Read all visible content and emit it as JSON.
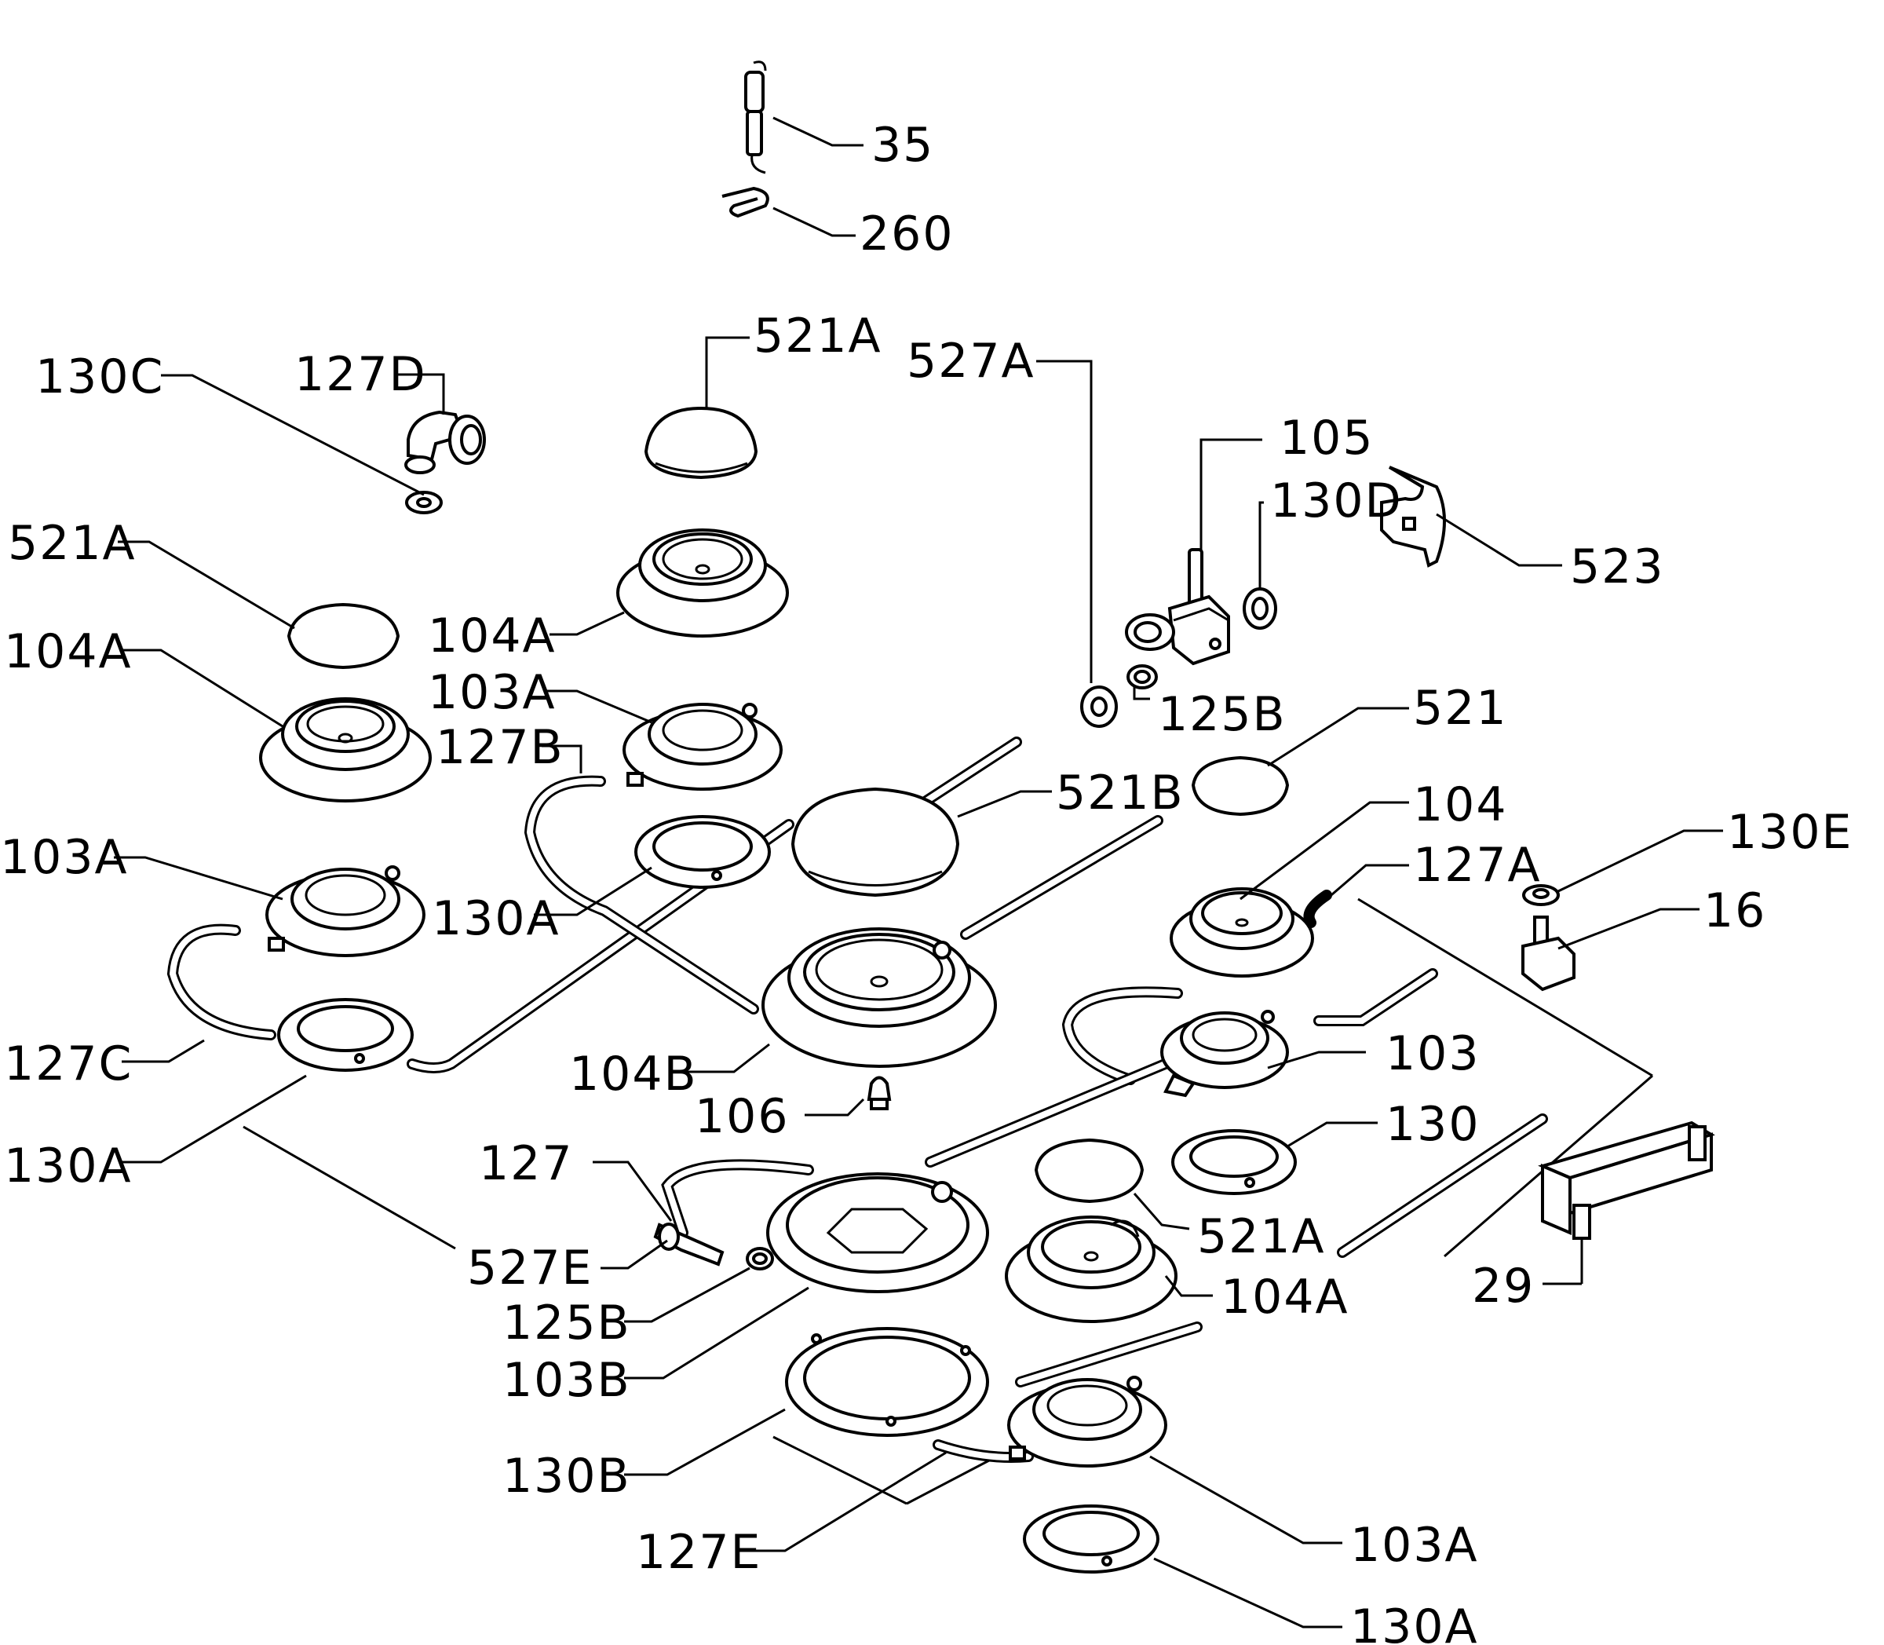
{
  "labels": {
    "l35": "35",
    "l260": "260",
    "l521a_top": "521A",
    "l527a": "527A",
    "l130c": "130C",
    "l127d": "127D",
    "l105": "105",
    "l130d": "130D",
    "l523": "523",
    "l521a_left": "521A",
    "l104a_mid": "104A",
    "l104a_left": "104A",
    "l103a_mid": "103A",
    "l127b": "127B",
    "l125b_top": "125B",
    "l521": "521",
    "l521b": "521B",
    "l104": "104",
    "l130e": "130E",
    "l127a": "127A",
    "l103a_left": "103A",
    "l130a_mid": "130A",
    "l16": "16",
    "l127c": "127C",
    "l104b": "104B",
    "l103": "103",
    "l106": "106",
    "l130a_left": "130A",
    "l130": "130",
    "l127": "127",
    "l521a_low": "521A",
    "l527e": "527E",
    "l104a_low": "104A",
    "l29": "29",
    "l125b_low": "125B",
    "l103b": "103B",
    "l130b": "130B",
    "l103a_low": "103A",
    "l127e": "127E",
    "l130a_low": "130A"
  }
}
